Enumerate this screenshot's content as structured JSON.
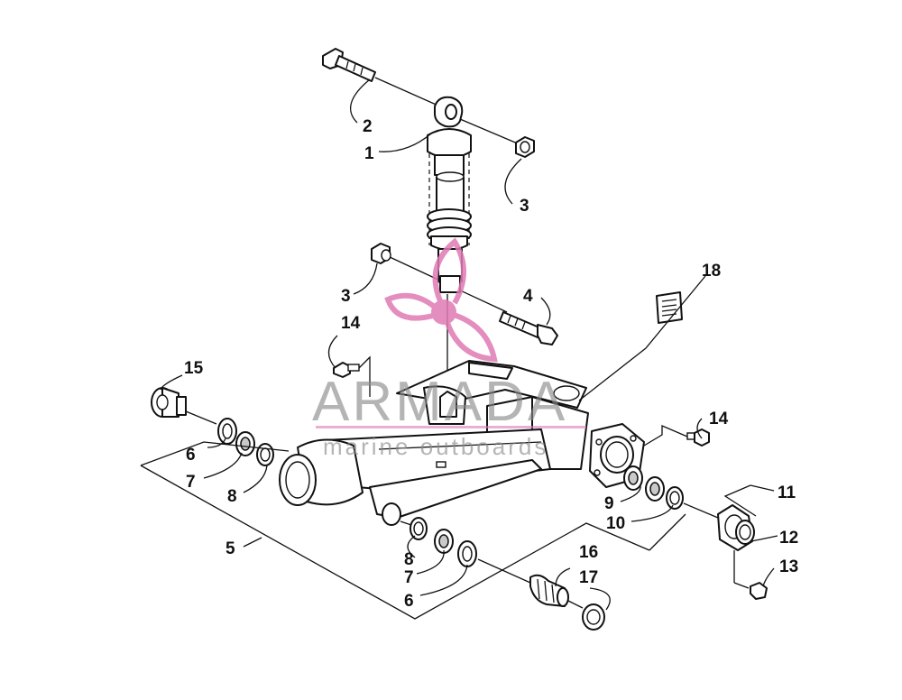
{
  "callouts": {
    "c1": "1",
    "c2": "2",
    "c3a": "3",
    "c3b": "3",
    "c4": "4",
    "c5": "5",
    "c6a": "6",
    "c6b": "6",
    "c7a": "7",
    "c7b": "7",
    "c8a": "8",
    "c8b": "8",
    "c9": "9",
    "c10": "10",
    "c11": "11",
    "c12": "12",
    "c13": "13",
    "c14a": "14",
    "c14b": "14",
    "c15": "15",
    "c16": "16",
    "c17": "17",
    "c18": "18"
  },
  "watermark": {
    "title": "ARMADA",
    "subtitle": "marine outboards",
    "color": "#e07ab5"
  },
  "colors": {
    "line": "#111111",
    "background": "#ffffff"
  }
}
